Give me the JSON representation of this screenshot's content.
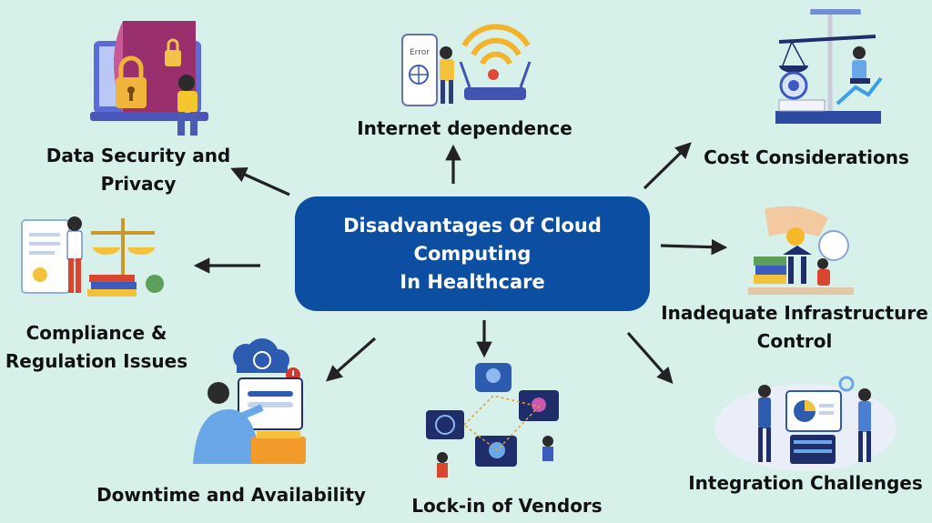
{
  "center": {
    "lines": [
      "Disadvantages Of Cloud",
      "Computing",
      "In Healthcare"
    ]
  },
  "nodes": {
    "data_security": [
      "Data Security and",
      "Privacy"
    ],
    "internet": "Internet dependence",
    "cost": "Cost Considerations",
    "compliance": [
      "Compliance &",
      "Regulation Issues"
    ],
    "infrastructure": [
      "Inadequate Infrastructure",
      "Control"
    ],
    "downtime": "Downtime and Availability",
    "lockin": "Lock-in of Vendors",
    "integration": "Integration Challenges"
  },
  "illustration_text": {
    "error_label": "Error"
  },
  "colors": {
    "background": "#d8f0ea",
    "center_box": "#0b4ea2",
    "arrow": "#222222"
  }
}
